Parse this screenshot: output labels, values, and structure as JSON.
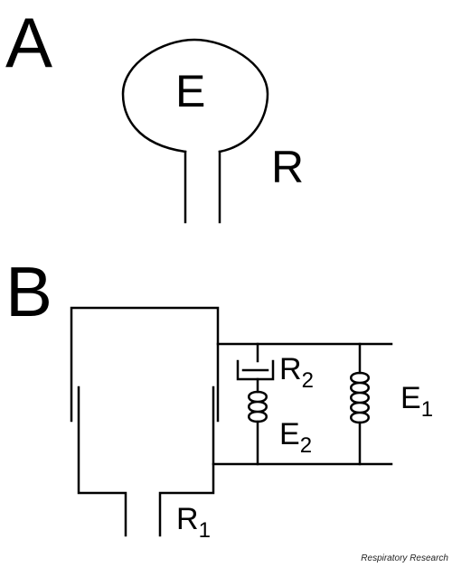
{
  "panel_a": {
    "letter": "A",
    "label_e": "E",
    "label_r": "R"
  },
  "panel_b": {
    "letter": "B",
    "r1": {
      "base": "R",
      "subscript": "1"
    },
    "r2": {
      "base": "R",
      "subscript": "2"
    },
    "e1": {
      "base": "E",
      "subscript": "1"
    },
    "e2": {
      "base": "E",
      "subscript": "2"
    }
  },
  "footer": {
    "credit": "Respiratory Research"
  },
  "colors": {
    "stroke": "#000000",
    "background": "#ffffff"
  }
}
